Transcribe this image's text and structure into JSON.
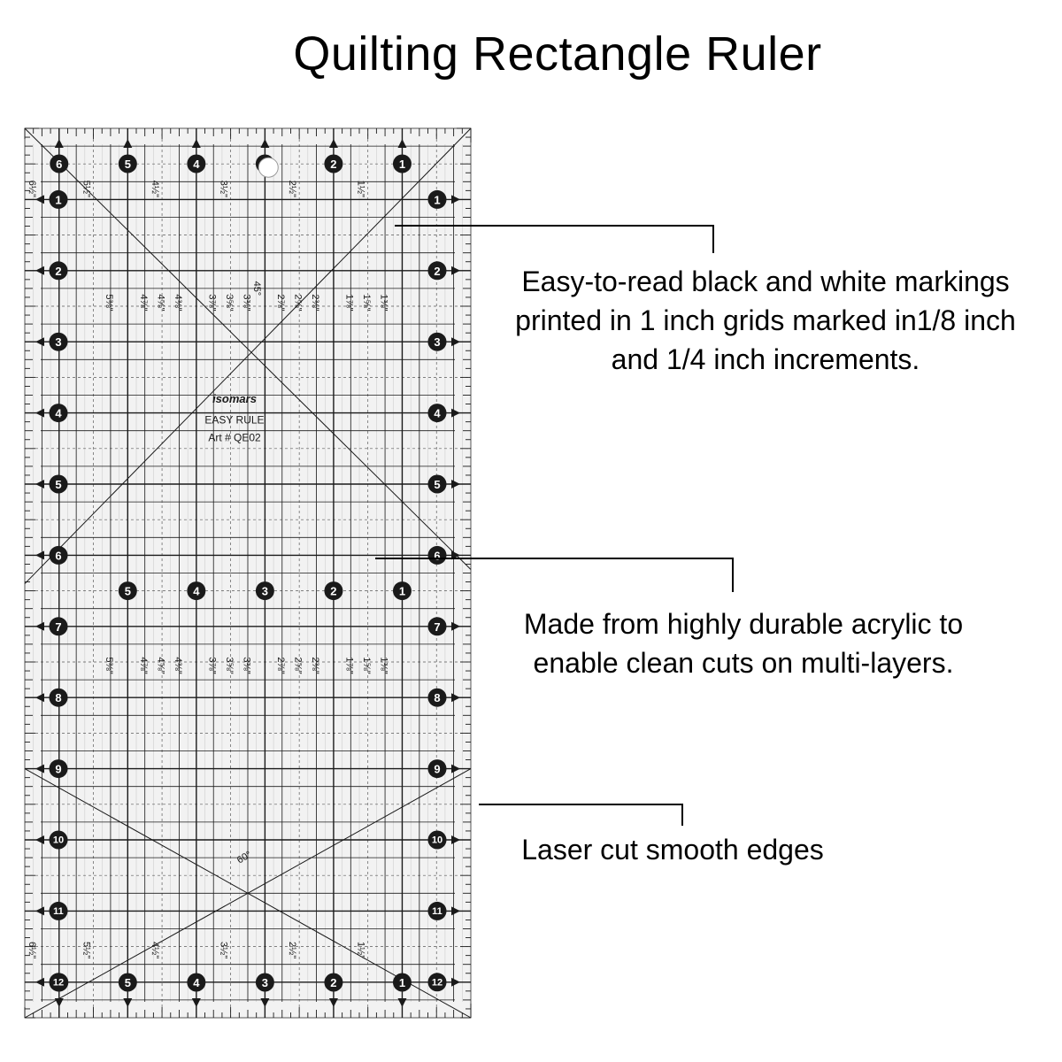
{
  "title": "Quilting Rectangle Ruler",
  "callouts": [
    {
      "lines": [
        "Easy-to-read black and white markings",
        "printed in 1 inch grids marked in1/8 inch",
        "and 1/4 inch increments."
      ]
    },
    {
      "lines": [
        "Made from highly durable acrylic to",
        "enable clean cuts on multi-layers."
      ]
    },
    {
      "lines": [
        "Laser cut smooth edges"
      ]
    }
  ],
  "ruler": {
    "brand": "isomars",
    "model": "EASY RULE",
    "art": "Art # QE02",
    "angle_45": "45°",
    "angle_60": "60°",
    "width_in": 6.5,
    "length_in": 12.5,
    "top_numbers": [
      "6",
      "5",
      "4",
      "3",
      "2",
      "1"
    ],
    "side_numbers": [
      "1",
      "2",
      "3",
      "4",
      "5",
      "6",
      "7",
      "8",
      "9",
      "10",
      "11",
      "12"
    ],
    "mid_numbers": [
      "5",
      "4",
      "3",
      "2",
      "1"
    ],
    "half_labels": [
      "6½\"",
      "5½\"",
      "4½\"",
      "3½\"",
      "2½\"",
      "1½\""
    ],
    "eighth_labels": [
      "5⅜\"",
      "4⅞\"",
      "4⅝\"",
      "4⅜\"",
      "3⅞\"",
      "3⅝\"",
      "3⅜\"",
      "2⅞\"",
      "2⅝\"",
      "2⅜\"",
      "1⅞\"",
      "1⅝\"",
      "1⅜\""
    ]
  },
  "colors": {
    "ruler_fill": "#f2f2f2",
    "ink": "#1a1a1a"
  }
}
